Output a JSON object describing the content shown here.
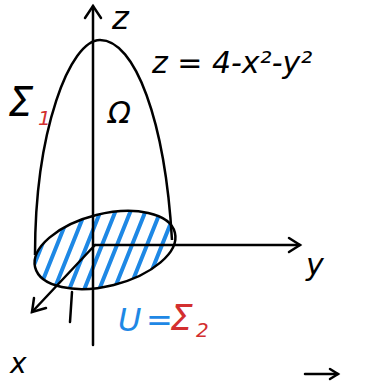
{
  "diagram": {
    "labels": [
      "z",
      "z = 4-x²-y²",
      "Σ",
      "1",
      "Ω",
      "y",
      "U",
      "=",
      "Σ",
      "2",
      "x"
    ]
  }
}
